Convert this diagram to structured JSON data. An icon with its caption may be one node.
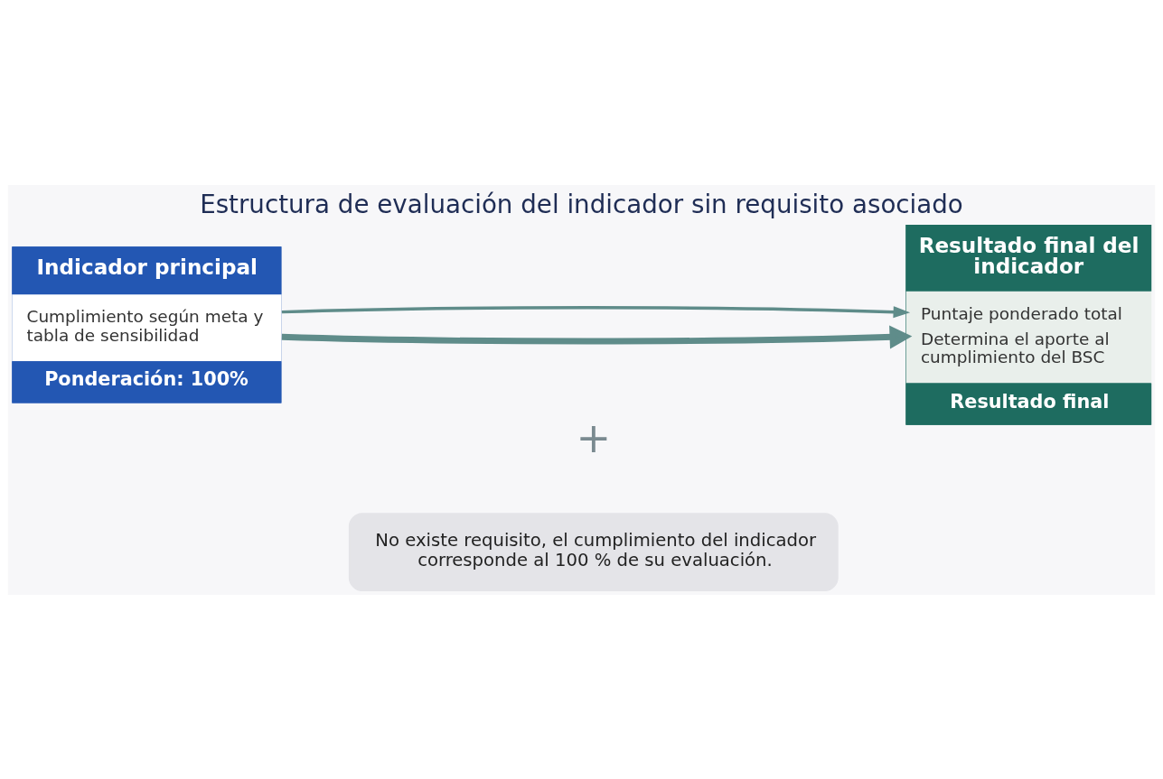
{
  "diagram": {
    "title": "Estructura de evaluación del indicador sin requisito asociado",
    "nodes": [
      {
        "text": [
          "Indicador principal",
          "Cumplimiento según meta y tabla de sensibilidad",
          "Ponderación: 100%"
        ]
      },
      {
        "text": [
          "Resultado final del indicador",
          "Puntaje ponderado total",
          "Determina el aporte al cumplimiento del BSC",
          "Resultado final"
        ]
      },
      {
        "text": [
          "No existe requisito, el cumplimiento del indicador corresponde al 100 % de su evaluación."
        ]
      }
    ],
    "edges": [
      {
        "from": 0,
        "to": 1,
        "arrow": "to",
        "style": "thick"
      },
      {
        "from": 0,
        "to": 1,
        "arrow": "to"
      }
    ],
    "labels": [
      "+"
    ]
  }
}
